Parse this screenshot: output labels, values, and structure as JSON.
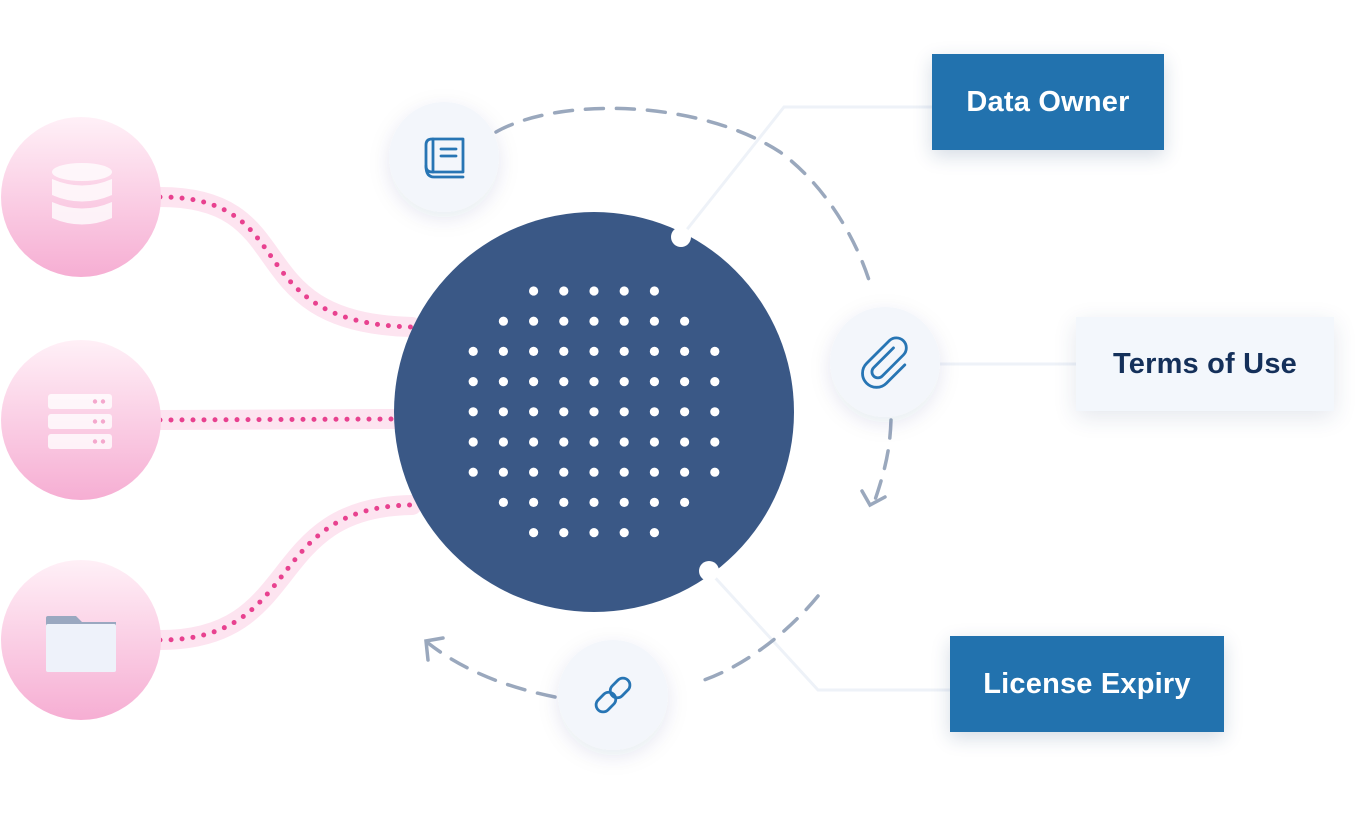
{
  "labels": {
    "data_owner": "Data Owner",
    "terms_of_use": "Terms of Use",
    "license_expiry": "License Expiry"
  },
  "sources": [
    {
      "icon": "database-icon"
    },
    {
      "icon": "server-icon"
    },
    {
      "icon": "folder-icon"
    }
  ],
  "cycle_icons": [
    "book-icon",
    "paperclip-icon",
    "link-icon"
  ],
  "colors": {
    "hub": "#3a5886",
    "label_dark": "#2272ae",
    "label_dark_text": "#ffffff",
    "label_light": "#f3f7fc",
    "label_light_text": "#14305a",
    "icon_blue": "#2775b4",
    "source_pink": "#f6b0d5",
    "connector_dots": "#e8418f",
    "dashed_cycle": "#9aa8bd"
  }
}
